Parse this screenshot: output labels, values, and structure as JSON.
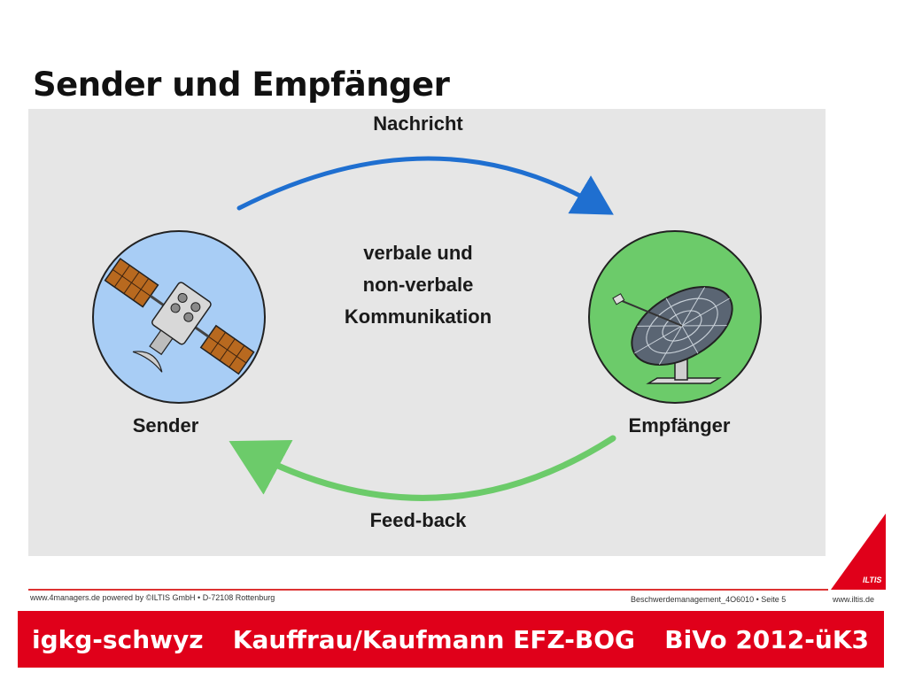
{
  "slide": {
    "title": "Sender und Empfänger"
  },
  "diagram": {
    "top_label": "Nachricht",
    "bottom_label": "Feed-back",
    "center_lines": [
      "verbale und",
      "non-verbale",
      "Kommunikation"
    ],
    "sender_label": "Sender",
    "receiver_label": "Empfänger",
    "colors": {
      "background": "#e6e6e6",
      "sender_circle": "#a8cdf5",
      "receiver_circle": "#6ccb6a",
      "arrow_top": "#1f6fd0",
      "arrow_bottom": "#6ccb6a"
    },
    "icons": {
      "sender": "satellite-icon",
      "receiver": "satellite-dish-icon"
    }
  },
  "source_footer": {
    "left": "www.4managers.de powered by ©ILTIS GmbH • D-72108 Rottenburg",
    "right": "Beschwerdemanagement_4O6010 • Seite 5",
    "site": "www.iltis.de",
    "logo_text": "ILTIS"
  },
  "footer_bar": {
    "left": "igkg-schwyz",
    "center": "Kauffrau/Kaufmann EFZ-BOG",
    "right": "BiVo 2012-üK3"
  }
}
